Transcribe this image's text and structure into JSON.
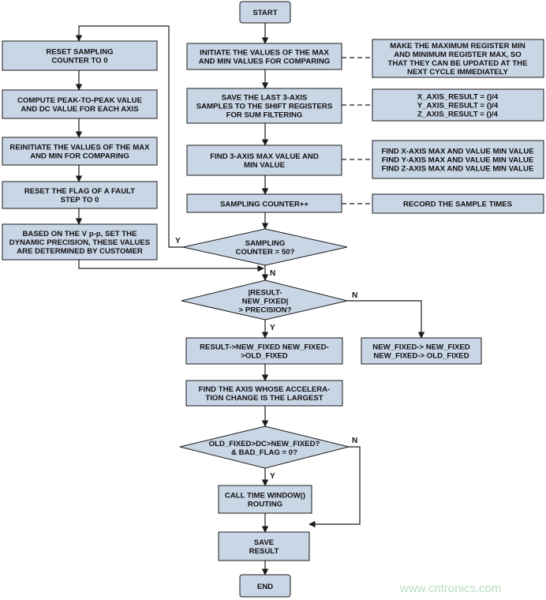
{
  "nodes": {
    "start": "START",
    "init_maxmin": [
      "INITIATE THE VALUES OF THE MAX",
      "AND MIN VALUES FOR COMPARING"
    ],
    "note_registers": [
      "MAKE THE MAXIMUM REGISTER MIN",
      "AND MINIMUM REGISTER MAX, SO",
      "THAT THEY CAN BE UPDATED AT THE",
      "NEXT CYCLE IMMEDIATELY"
    ],
    "save_samples": [
      "SAVE THE LAST 3-AXIS",
      "SAMPLES TO THE SHIFT REGISTERS",
      "FOR SUM FILTERING"
    ],
    "note_axis_result": [
      "X_AXIS_RESULT = ()/4",
      "Y_AXIS_RESULT = ()/4",
      "Z_AXIS_RESULT = ()/4"
    ],
    "find_maxmin": [
      "FIND 3-AXIS MAX VALUE AND",
      "MIN VALUE"
    ],
    "note_find_axis": [
      "FIND X-AXIS MAX AND VALUE MIN VALUE",
      "FIND Y-AXIS MAX AND VALUE MIN VALUE",
      "FIND Z-AXIS MAX AND VALUE MIN VALUE"
    ],
    "sampling_counter": "SAMPLING COUNTER++",
    "note_record": "RECORD THE SAMPLE TIMES",
    "decision_counter": [
      "SAMPLING",
      "COUNTER = 50?"
    ],
    "reset_counter": [
      "RESET SAMPLING",
      "COUNTER TO 0"
    ],
    "compute_peak": [
      "COMPUTE PEAK-TO-PEAK VALUE",
      "AND DC VALUE FOR EACH AXIS"
    ],
    "reinit_maxmin": [
      "REINITIATE THE VALUES OF THE MAX",
      "AND MIN FOR COMPARING"
    ],
    "reset_flag": [
      "RESET THE FLAG OF A FAULT",
      "STEP TO 0"
    ],
    "set_precision": [
      "BASED ON THE V p-p, SET THE",
      "DYNAMIC PRECISION, THESE VALUES",
      "ARE DETERMINED BY CUSTOMER"
    ],
    "decision_precision": [
      "|RESULT-",
      "NEW_FIXED|",
      "> PRECISION?"
    ],
    "result_fixed": [
      "RESULT->NEW_FIXED NEW_FIXED-",
      ">OLD_FIXED"
    ],
    "new_fixed": [
      "NEW_FIXED-> NEW_FIXED",
      "NEW_FIXED-> OLD_FIXED"
    ],
    "find_axis": [
      "FIND THE AXIS WHOSE ACCELERA-",
      "TION CHANGE IS THE LARGEST"
    ],
    "decision_old_fixed": [
      "OLD_FIXED>DC>NEW_FIXED?",
      "& BAD_FLAG = 0?"
    ],
    "call_window": [
      "CALL TIME WINDOW()",
      "ROUTING"
    ],
    "save_result": [
      "SAVE",
      "RESULT"
    ],
    "end": "END"
  },
  "edge_labels": {
    "counter_yes": "Y",
    "counter_no": "N",
    "precision_yes": "Y",
    "precision_no": "N",
    "old_fixed_yes": "Y",
    "old_fixed_no": "N"
  },
  "watermark": "www.cntronics.com"
}
